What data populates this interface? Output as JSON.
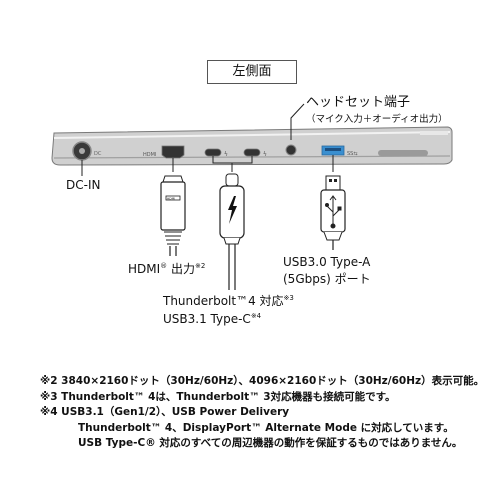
{
  "title": "左側面",
  "headset": {
    "label": "ヘッドセット端子",
    "sub": "（マイク入力＋オーディオ出力）"
  },
  "dcin": {
    "label": "DC-IN"
  },
  "hdmi": {
    "label": "HDMI",
    "reg": "®",
    "suffix": " 出力",
    "note": "※2"
  },
  "thunderbolt": {
    "line1": "Thunderbolt™4 対応",
    "note1": "※3",
    "line2": "USB3.1 Type-C",
    "note2": "※4"
  },
  "usb_a": {
    "line1": "USB3.0 Type-A",
    "line2": "(5Gbps) ポート"
  },
  "notes": [
    "※2 3840×2160ドット（30Hz/60Hz）、4096×2160ドット（30Hz/60Hz）表示可能。",
    "※3 Thunderbolt™ 4は、Thunderbolt™ 3対応機器も接続可能です。",
    "※4 USB3.1（Gen1/2）、USB Power Delivery",
    "Thunderbolt™ 4、DisplayPort™ Alternate Mode に対応しています。",
    "USB Type-C® 対応のすべての周辺機器の動作を保証するものではありません。"
  ],
  "colors": {
    "chassis": "#c8c8c8",
    "chassis_dark": "#8a8a8a",
    "usb_blue": "#3a8fd0",
    "line": "#222222"
  }
}
